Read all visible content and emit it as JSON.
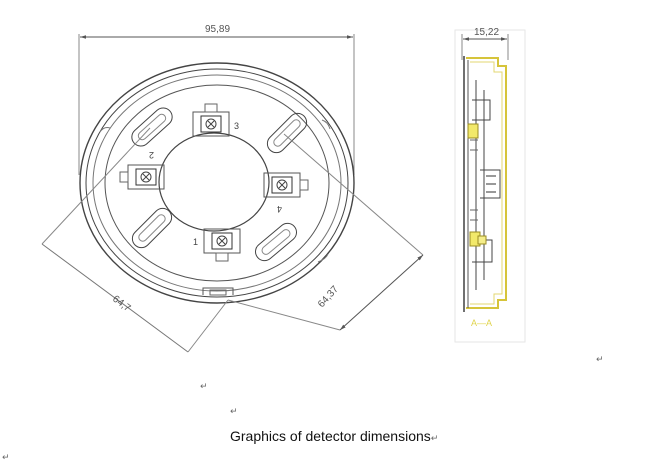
{
  "front_view": {
    "overall_width": "95,89",
    "left_diagonal": "64,7",
    "right_diagonal": "64,37",
    "terminals": [
      "1",
      "2",
      "3",
      "4"
    ]
  },
  "side_view": {
    "depth": "15,22",
    "section_label": "A—A"
  },
  "caption": "Graphics of detector dimensions",
  "paragraph_mark": "↵"
}
